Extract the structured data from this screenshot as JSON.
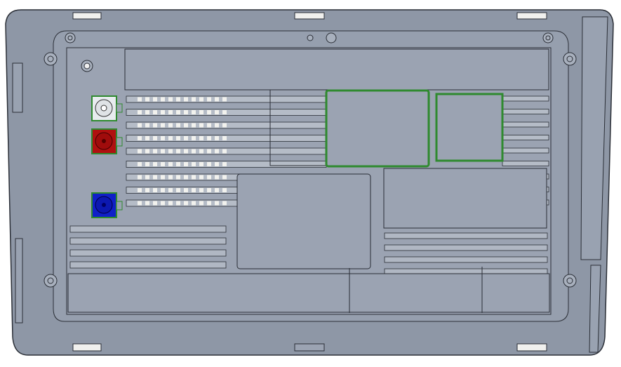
{
  "colors": {
    "background": "#ffffff",
    "housing": "#8e97a6",
    "panel": "#9ba3b2",
    "outline": "#2a2e36",
    "highlight": "#c9ced8",
    "connector_white": "#e8ecef",
    "connector_red": "#b01010",
    "connector_blue": "#1020c8",
    "connector_green": "#2f8a2f",
    "clip": "#f0f0ee"
  },
  "components": {
    "connectors": [
      "white",
      "red",
      "blue"
    ],
    "green_pads": 2,
    "fin_rows": 9
  }
}
